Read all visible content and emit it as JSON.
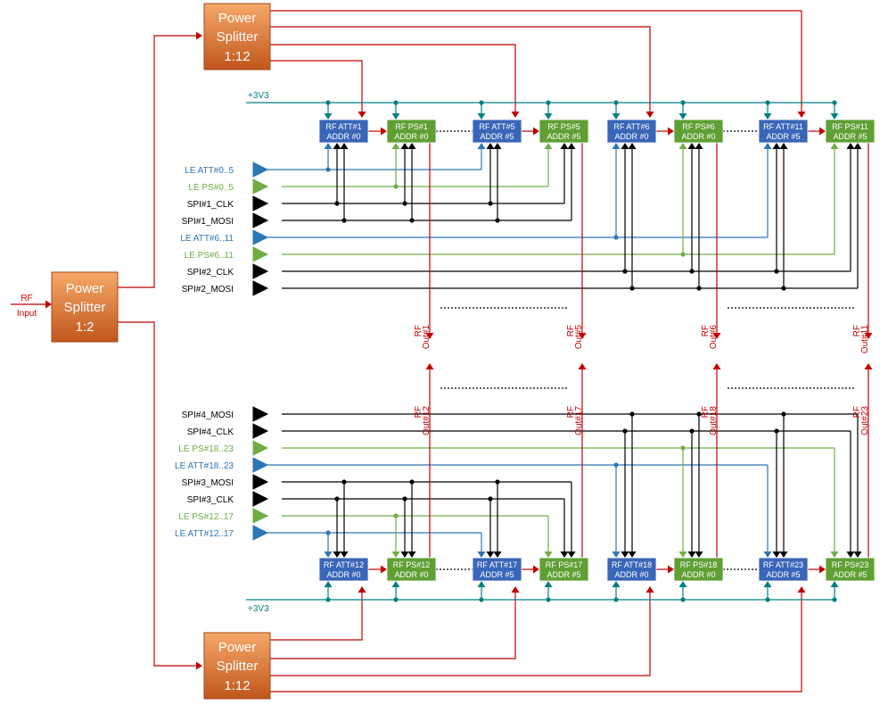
{
  "input": {
    "line1": "RF",
    "line2": "Input"
  },
  "splitters": [
    {
      "l1": "Power",
      "l2": "Splitter",
      "l3": "1:2"
    },
    {
      "l1": "Power",
      "l2": "Splitter",
      "l3": "1:12"
    },
    {
      "l1": "Power",
      "l2": "Splitter",
      "l3": "1:12"
    }
  ],
  "supply": "+3V3",
  "top_signals": [
    {
      "label": "LE ATT#0..5",
      "kind": "att"
    },
    {
      "label": "LE PS#0..5",
      "kind": "ps"
    },
    {
      "label": "SPI#1_CLK",
      "kind": "spi"
    },
    {
      "label": "SPI#1_MOSI",
      "kind": "spi"
    },
    {
      "label": "LE ATT#6..11",
      "kind": "att"
    },
    {
      "label": "LE PS#6..11",
      "kind": "ps"
    },
    {
      "label": "SPI#2_CLK",
      "kind": "spi"
    },
    {
      "label": "SPI#2_MOSI",
      "kind": "spi"
    }
  ],
  "bottom_signals": [
    {
      "label": "SPI#4_MOSI",
      "kind": "spi"
    },
    {
      "label": "SPI#4_CLK",
      "kind": "spi"
    },
    {
      "label": "LE PS#18..23",
      "kind": "ps"
    },
    {
      "label": "LE ATT#18..23",
      "kind": "att"
    },
    {
      "label": "SPI#3_MOSI",
      "kind": "spi"
    },
    {
      "label": "SPI#3_CLK",
      "kind": "spi"
    },
    {
      "label": "LE PS#12..17",
      "kind": "ps"
    },
    {
      "label": "LE ATT#12..17",
      "kind": "att"
    }
  ],
  "top_blocks": [
    {
      "kind": "att",
      "l1": "RF ATT#1",
      "l2": "ADDR #0"
    },
    {
      "kind": "ps",
      "l1": "RF PS#1",
      "l2": "ADDR #0"
    },
    {
      "kind": "att",
      "l1": "RF ATT#5",
      "l2": "ADDR #5"
    },
    {
      "kind": "ps",
      "l1": "RF PS#5",
      "l2": "ADDR #5"
    },
    {
      "kind": "att",
      "l1": "RF ATT#6",
      "l2": "ADDR #0"
    },
    {
      "kind": "ps",
      "l1": "RF PS#6",
      "l2": "ADDR #0"
    },
    {
      "kind": "att",
      "l1": "RF ATT#11",
      "l2": "ADDR #5"
    },
    {
      "kind": "ps",
      "l1": "RF PS#11",
      "l2": "ADDR #5"
    }
  ],
  "bottom_blocks": [
    {
      "kind": "att",
      "l1": "RF ATT#12",
      "l2": "ADDR #0"
    },
    {
      "kind": "ps",
      "l1": "RF PS#12",
      "l2": "ADDR #0"
    },
    {
      "kind": "att",
      "l1": "RF ATT#17",
      "l2": "ADDR #5"
    },
    {
      "kind": "ps",
      "l1": "RF PS#17",
      "l2": "ADDR #5"
    },
    {
      "kind": "att",
      "l1": "RF ATT#18",
      "l2": "ADDR #0"
    },
    {
      "kind": "ps",
      "l1": "RF PS#18",
      "l2": "ADDR #0"
    },
    {
      "kind": "att",
      "l1": "RF ATT#23",
      "l2": "ADDR #5"
    },
    {
      "kind": "ps",
      "l1": "RF PS#23",
      "l2": "ADDR #5"
    }
  ],
  "top_outputs": [
    {
      "rf": "RF",
      "out": "Out#1"
    },
    {
      "rf": "RF",
      "out": "Out#5"
    },
    {
      "rf": "RF",
      "out": "Out#6"
    },
    {
      "rf": "RF",
      "out": "Out#11"
    }
  ],
  "bottom_outputs": [
    {
      "rf": "RF",
      "out": "Out#12"
    },
    {
      "rf": "RF",
      "out": "Out#17"
    },
    {
      "rf": "RF",
      "out": "Out#18"
    },
    {
      "rf": "RF",
      "out": "Out#23"
    }
  ],
  "colors": {
    "rf": "#c00000",
    "att": "#2e75b6",
    "ps": "#70ad47",
    "spi": "#000000",
    "supply": "#008080",
    "splitter_top": "#f4a460",
    "splitter_bottom": "#c0551f",
    "att_block": "#3a66b8",
    "ps_block": "#5fa035"
  }
}
